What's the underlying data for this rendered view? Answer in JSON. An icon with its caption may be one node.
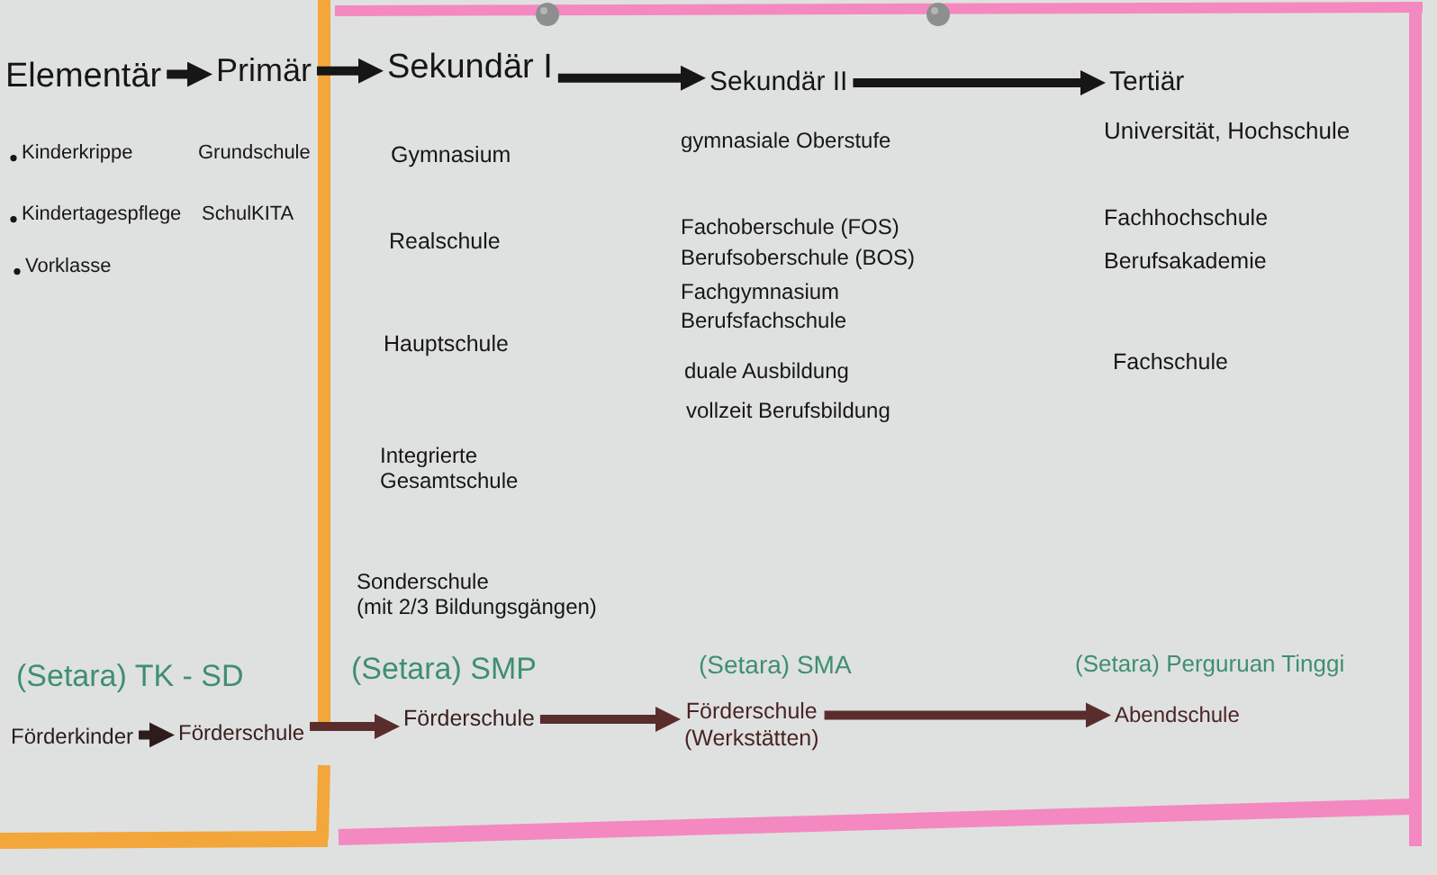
{
  "diagram": {
    "nodes": [
      {
        "text": [
          "Elementär"
        ]
      },
      {
        "text": [
          "Primär"
        ]
      },
      {
        "text": [
          "Sekundär I"
        ]
      },
      {
        "text": [
          "Sekundär II"
        ]
      },
      {
        "text": [
          "Tertiär"
        ]
      },
      {
        "text": [
          "Förderkinder"
        ]
      },
      {
        "text": [
          "Förderschule"
        ]
      },
      {
        "text": [
          "Förderschule"
        ]
      },
      {
        "text": [
          "Förderschule (Werkstätten)"
        ]
      },
      {
        "text": [
          "Abendschule"
        ]
      }
    ],
    "edges": [
      {
        "from": 0,
        "to": 1,
        "arrow": "to"
      },
      {
        "from": 1,
        "to": 2,
        "arrow": "to"
      },
      {
        "from": 2,
        "to": 3,
        "arrow": "to"
      },
      {
        "from": 3,
        "to": 4,
        "arrow": "to"
      },
      {
        "from": 5,
        "to": 6,
        "arrow": "to",
        "color": "#2e1c1c"
      },
      {
        "from": 6,
        "to": 7,
        "arrow": "to",
        "color": "#5a2d2d"
      },
      {
        "from": 7,
        "to": 8,
        "arrow": "to",
        "color": "#5a2d2d"
      },
      {
        "from": 8,
        "to": 9,
        "arrow": "to",
        "color": "#5a2d2d"
      }
    ],
    "labels": [
      "Kinderkrippe",
      "Kindertagespflege",
      "Vorklasse",
      "Grundschule",
      "SchulKITA",
      "Gymnasium",
      "Realschule",
      "Hauptschule",
      "Integrierte Gesamtschule",
      "Sonderschule (mit 2/3 Bildungsgängen)",
      "gymnasiale Oberstufe",
      "Fachoberschule (FOS)",
      "Berufsoberschule (BOS)",
      "Fachgymnasium",
      "Berufsfachschule",
      "duale Ausbildung",
      "vollzeit Berufsbildung",
      "Universität, Hochschule",
      "Fachhochschule",
      "Berufsakademie",
      "Fachschule",
      "(Setara) TK - SD",
      "(Setara) SMP",
      "(Setara) SMA",
      "(Setara) Perguruan Tinggi"
    ]
  }
}
